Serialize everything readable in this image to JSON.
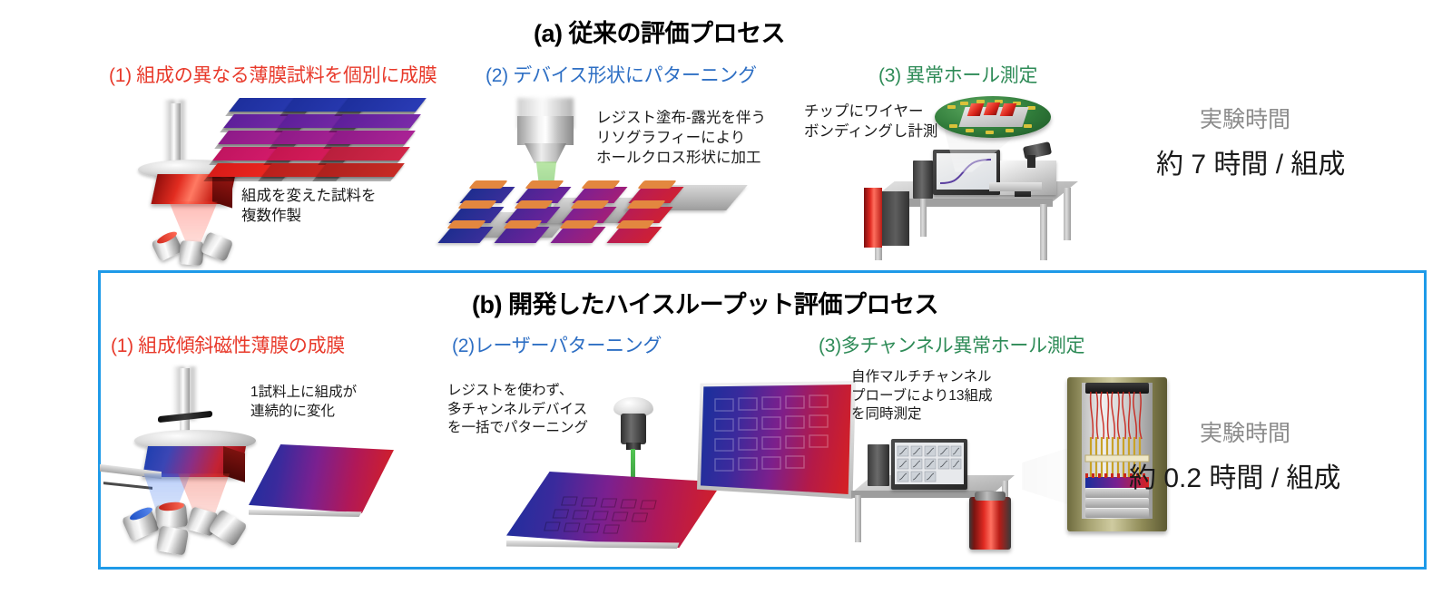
{
  "figure": {
    "panel_a": {
      "title": "(a) 従来の評価プロセス",
      "steps": [
        {
          "label": "(1) 組成の異なる薄膜試料を個別に成膜",
          "color": "#e8392a"
        },
        {
          "label": "(2) デバイス形状にパターニング",
          "color": "#2e6fc4"
        },
        {
          "label": "(3) 異常ホール測定",
          "color": "#2e8b57"
        }
      ],
      "captions": {
        "step1": [
          "組成を変えた試料を",
          "複数作製"
        ],
        "step2": [
          "レジスト塗布-露光を伴う",
          "リソグラフィーにより",
          "ホールクロス形状に加工"
        ],
        "step3": [
          "チップにワイヤー",
          "ボンディングし計測"
        ]
      },
      "time": {
        "label": "実験時間",
        "value": "約 7 時間 / 組成"
      }
    },
    "panel_b": {
      "title": "(b) 開発したハイスループット評価プロセス",
      "frame_color": "#1e9ae8",
      "steps": [
        {
          "label": "(1) 組成傾斜磁性薄膜の成膜",
          "color": "#e8392a"
        },
        {
          "label": "(2)レーザーパターニング",
          "color": "#2e6fc4"
        },
        {
          "label": "(3)多チャンネル異常ホール測定",
          "color": "#2e8b57"
        }
      ],
      "captions": {
        "step1": [
          "1試料上に組成が",
          "連続的に変化"
        ],
        "step2": [
          "レジストを使わず、",
          "多チャンネルデバイス",
          "を一括でパターニング"
        ],
        "step3": [
          "自作マルチチャンネル",
          "プローブにより13組成",
          "を同時測定"
        ]
      },
      "time": {
        "label": "実験時間",
        "value": "約 0.2 時間 / 組成"
      }
    },
    "illustration_names": {
      "sputter_chamber": "sputtering-chamber-illustration",
      "sample_stack": "stacked-thin-film-samples",
      "lithography": "photolithography-exposure-illustration",
      "measurement_bench": "hall-measurement-bench-illustration",
      "chip_carrier": "wire-bonded-chip-carrier",
      "combinatorial_chamber": "combinatorial-sputtering-illustration",
      "graded_wafer": "composition-graded-wafer",
      "laser_patterning": "laser-patterning-illustration",
      "patterned_wafer_inset": "patterned-device-array-inset",
      "multichannel_probe": "multichannel-probe-cryostat",
      "control_desk": "measurement-control-desk"
    }
  }
}
